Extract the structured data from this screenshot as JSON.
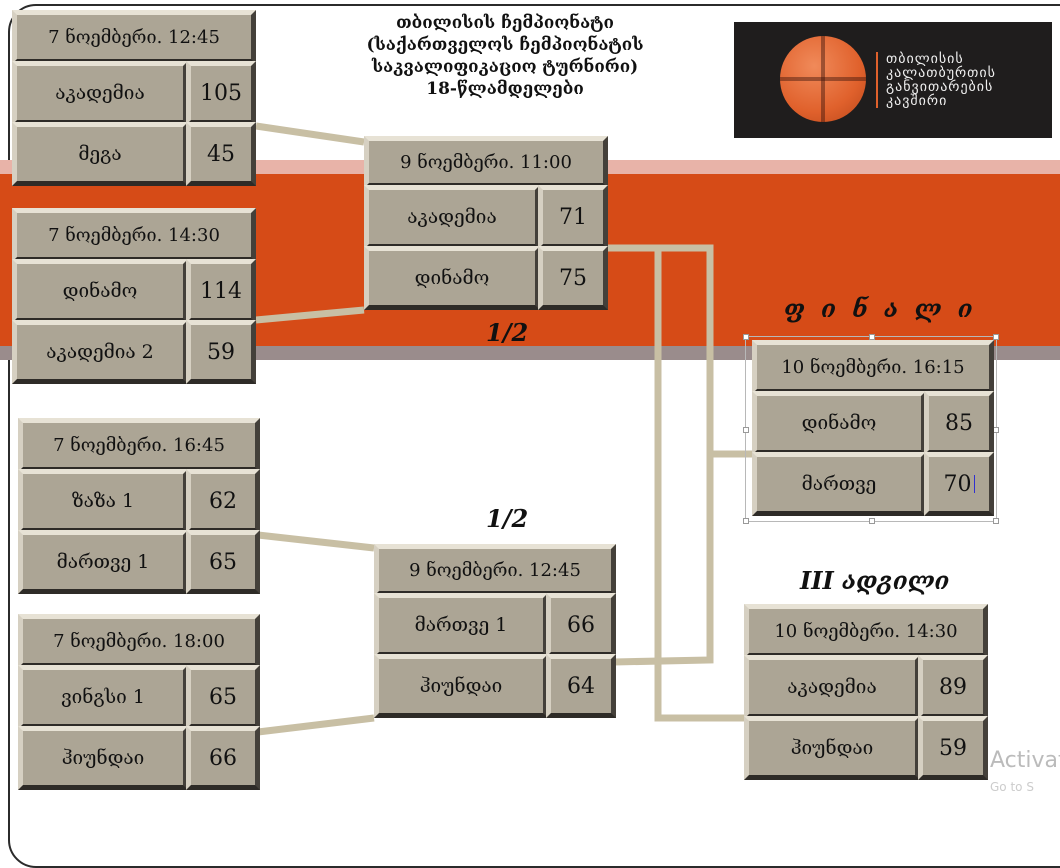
{
  "title": {
    "line1": "თბილისის  ჩემპიონატი",
    "line2": "(საქართველოს ჩემპიონატის",
    "line3": "საკვალიფიკაციო ტურნირი)",
    "line4": "18-წლამდელები"
  },
  "logo": {
    "line1": "თბილისის",
    "line2": "კალათბურთის",
    "line3": "განვითარების",
    "line4": "კავშირი"
  },
  "labels": {
    "semi_top": "1/2",
    "semi_bottom": "1/2",
    "final": "ფ ი ნ ა ლ ი",
    "third": "III ადგილი"
  },
  "colors": {
    "band": "#d64b17",
    "cell": "#aca595",
    "connector": "#c8bfa4"
  },
  "matches": {
    "q1": {
      "date": "7 ნოემბერი. 12:45",
      "team1": "აკადემია",
      "score1": "105",
      "team2": "მეგა",
      "score2": "45"
    },
    "q2": {
      "date": "7 ნოემბერი. 14:30",
      "team1": "დინამო",
      "score1": "114",
      "team2": "აკადემია 2",
      "score2": "59"
    },
    "q3": {
      "date": "7 ნოემბერი. 16:45",
      "team1": "ზაზა 1",
      "score1": "62",
      "team2": "მართვე 1",
      "score2": "65"
    },
    "q4": {
      "date": "7 ნოემბერი. 18:00",
      "team1": "ვინგსი 1",
      "score1": "65",
      "team2": "ჰიუნდაი",
      "score2": "66"
    },
    "s1": {
      "date": "9 ნოემბერი. 11:00",
      "team1": "აკადემია",
      "score1": "71",
      "team2": "დინამო",
      "score2": "75"
    },
    "s2": {
      "date": "9 ნოემბერი. 12:45",
      "team1": "მართვე 1",
      "score1": "66",
      "team2": "ჰიუნდაი",
      "score2": "64"
    },
    "final": {
      "date": "10 ნოემბერი. 16:15",
      "team1": "დინამო",
      "score1": "85",
      "team2": "მართვე",
      "score2": "70"
    },
    "third": {
      "date": "10 ნოემბერი. 14:30",
      "team1": "აკადემია",
      "score1": "89",
      "team2": "ჰიუნდაი",
      "score2": "59"
    }
  },
  "watermark": {
    "line1": "Activat",
    "line2": "Go to S"
  }
}
